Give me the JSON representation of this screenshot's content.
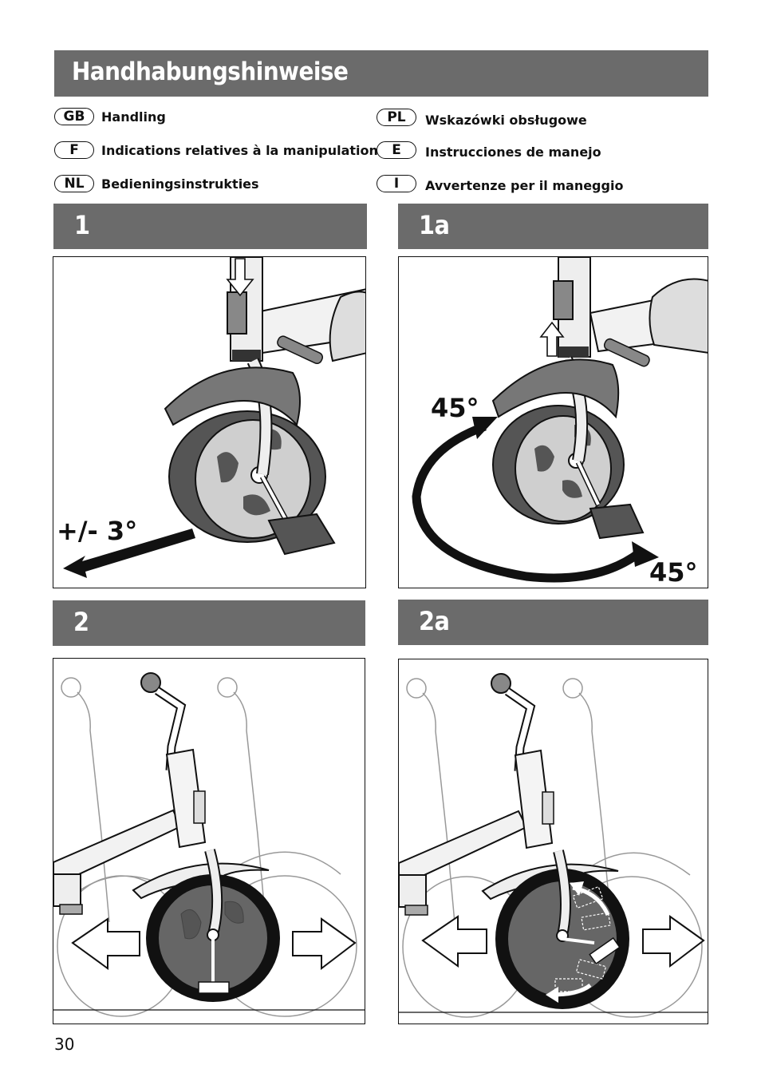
{
  "header": {
    "title": "Handhabungshinweise"
  },
  "languages": [
    {
      "code": "GB",
      "text": "Handling"
    },
    {
      "code": "F",
      "text": "Indications relatives à la manipulation"
    },
    {
      "code": "NL",
      "text": "Bedieningsinstrukties"
    },
    {
      "code": "PL",
      "text": "Wskazówki obsługowe"
    },
    {
      "code": "E",
      "text": "Instrucciones de manejo"
    },
    {
      "code": "I",
      "text": "Avvertenze per il maneggio"
    }
  ],
  "sections": [
    {
      "label": "1",
      "annotations": [
        "+/- 3°"
      ]
    },
    {
      "label": "1a",
      "annotations": [
        "45°",
        "45°"
      ]
    },
    {
      "label": "2"
    },
    {
      "label": "2a"
    }
  ],
  "page_number": "30"
}
